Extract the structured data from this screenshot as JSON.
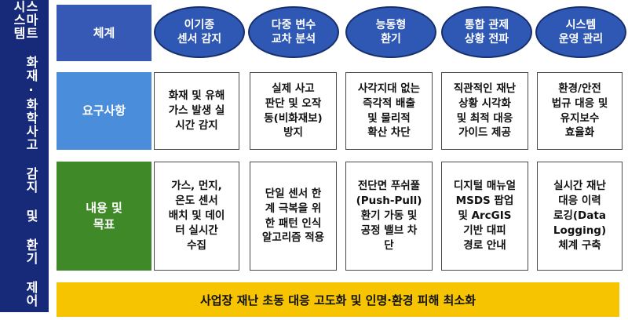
{
  "sidebar": {
    "title": "스마트 화재·화학사고 감지 및 환기 제어 시스템"
  },
  "rows": {
    "system": "체계",
    "requirements": "요구사항",
    "content": "내용 및\n목표"
  },
  "stages": [
    {
      "title": "이기종\n센서 감지",
      "requirement": "화재 및 유해\n가스 발생 실\n시간 감지",
      "content": "가스, 먼지,\n온도 센서\n배치 및 데이\n터 실시간\n수집"
    },
    {
      "title": "다중 변수\n교차 분석",
      "requirement": "실제 사고\n판단 및 오작\n동(비화재보)\n방지",
      "content": "단일 센서 한\n계 극복을 위\n한 패턴 인식\n알고리즘 적용"
    },
    {
      "title": "능동형\n환기",
      "requirement": "사각지대 없는\n즉각적 배출\n및 물리적\n확산 차단",
      "content": "전단면 푸쉬풀\n(Push-Pull)\n환기 가동 및\n공정 밸브 차\n단"
    },
    {
      "title": "통합 관제\n상황 전파",
      "requirement": "직관적인 재난\n상황 시각화\n및 최적 대응\n가이드 제공",
      "content": "디지털 매뉴얼\nMSDS 팝업\n및 ArcGIS\n기반 대피\n경로 안내"
    },
    {
      "title": "시스템\n운영 관리",
      "requirement": "환경/안전\n법규 대응 및\n유지보수\n효율화",
      "content": "실시간 재난\n대응 이력\n로깅(Data\nLogging)\n체계 구축"
    }
  ],
  "banner": "사업장 재난 초동 대응 고도화 및 인명·환경 피해 최소화",
  "colors": {
    "sidebar": "#172a7a",
    "system_row": "#3759b6",
    "requirements_row": "#4a8ddb",
    "content_row": "#3f8928",
    "ellipse": "#2f58b4",
    "banner": "#f6c400"
  }
}
